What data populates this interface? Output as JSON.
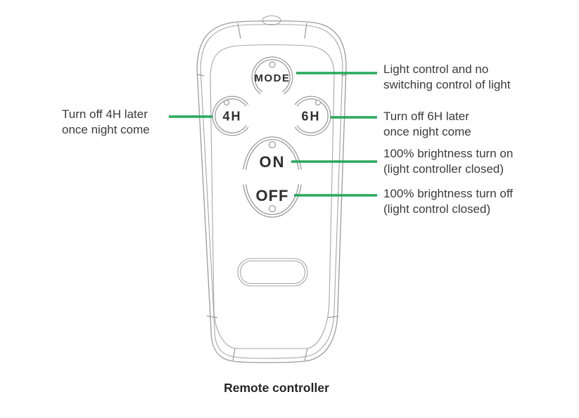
{
  "colors": {
    "annotation_line_green": "#28a95b",
    "drawing_gray": "#9b9b9b",
    "text_gray": "#3b3b3b"
  },
  "remote": {
    "buttons": {
      "mode": {
        "label": "MODE"
      },
      "timer4h": {
        "label": "4H"
      },
      "timer6h": {
        "label": "6H"
      },
      "on": {
        "label": "ON"
      },
      "off": {
        "label": "OFF"
      }
    }
  },
  "annotations": {
    "timer4h": {
      "line1": "Turn off 4H later",
      "line2": "once night come"
    },
    "mode": {
      "line1": "Light control and no",
      "line2": "switching control of light"
    },
    "timer6h": {
      "line1": "Turn off 6H later",
      "line2": "once night come"
    },
    "on": {
      "line1": "100% brightness turn on",
      "line2": "(light controller closed)"
    },
    "off": {
      "line1": "100% brightness turn off",
      "line2": "(light control closed)"
    }
  },
  "caption": "Remote controller"
}
